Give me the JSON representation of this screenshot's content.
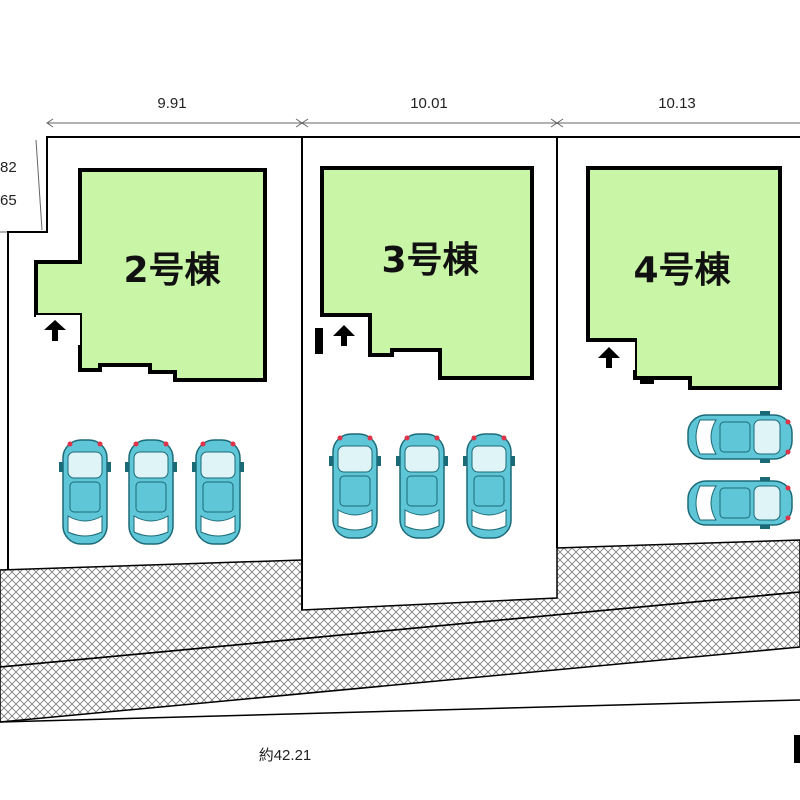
{
  "dimensions": {
    "lot2_width": "9.91",
    "lot3_width": "10.01",
    "lot4_width": "10.13",
    "side_upper": "82",
    "side_lower": "65",
    "total_frontage": "約42.21"
  },
  "buildings": [
    {
      "label": "2号棟"
    },
    {
      "label": "3号棟"
    },
    {
      "label": "4号棟"
    }
  ],
  "colors": {
    "building_fill": "#c9f5a6",
    "car_body": "#5ec6d6",
    "car_glass": "#e8f6f8",
    "outline": "#000000",
    "hatch": "#777777"
  },
  "icons": {
    "entrance": "up-arrow-icon",
    "car": "car-icon"
  },
  "parking": {
    "lot2_cars": 3,
    "lot3_cars": 3,
    "lot4_cars": 2
  }
}
